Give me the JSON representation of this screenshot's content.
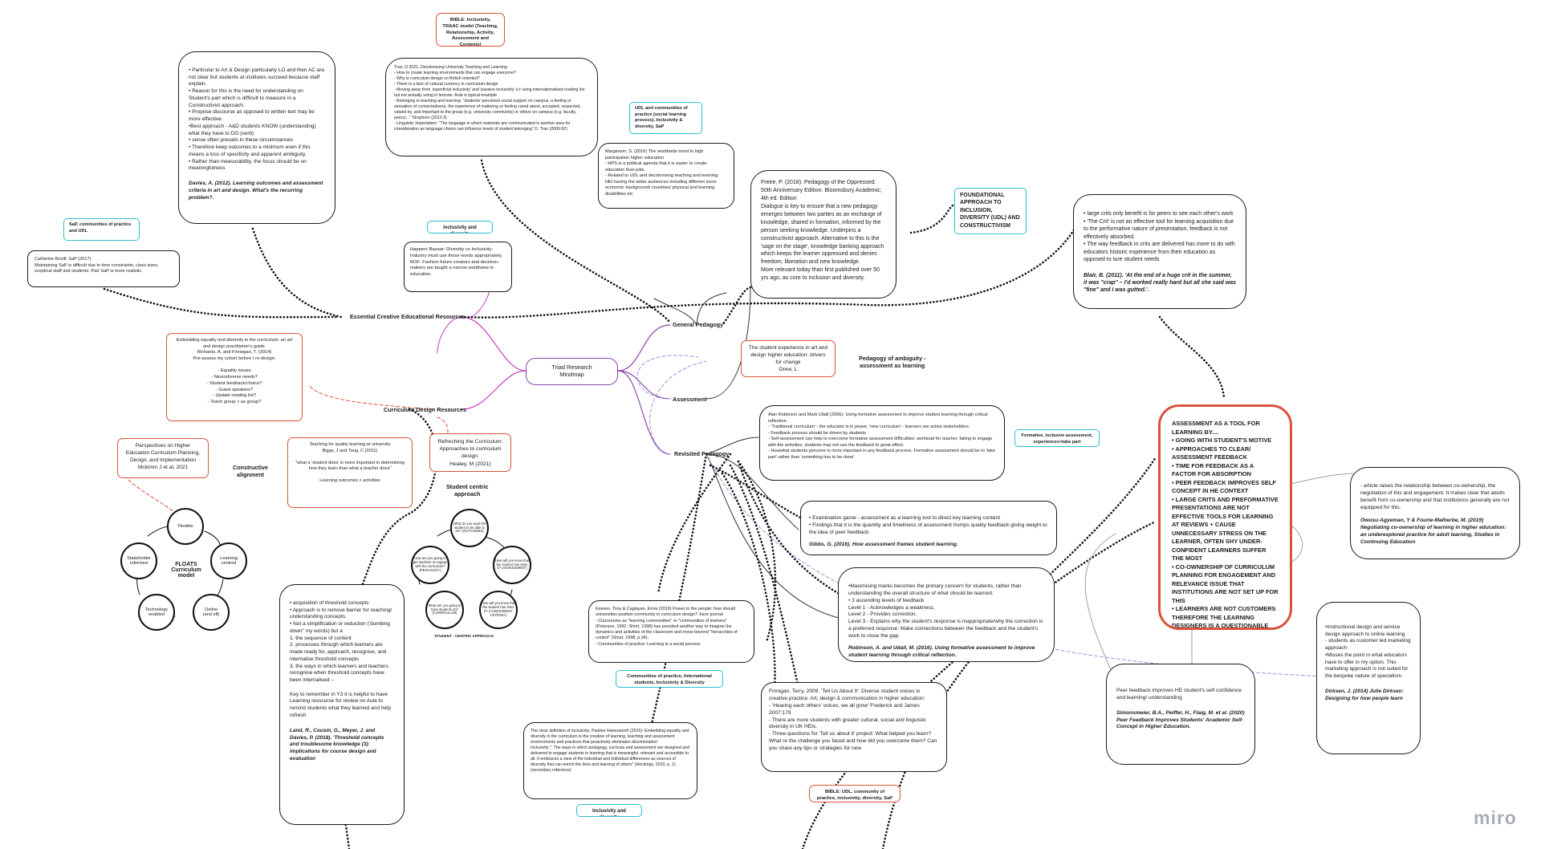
{
  "hub": "Triad Research\nMindmap",
  "branches": {
    "essential": "Essential Creative Educational Resources",
    "curriculum": "Curriculum Design Resources",
    "general": "General Pedagogy",
    "assessment": "Assessment",
    "revisited": "Revisited Pedagogy"
  },
  "labels": {
    "ambiguity": "Pedagogy of ambiguity -\nassessment as learning",
    "constructive": "Constructive\nalignment",
    "student_centric": "Student centric\napproach"
  },
  "nodes": {
    "bible_traac": "BIBLE: Inclusivity, TRAAC model (Teaching, Relationship, Activity, Assessment and Contents)",
    "tran": "Tran, D 2021, Decolonising University Teaching and Learning :\n- How to create learning environments that can engage everyone?\n- Why is curriculum design so British oriented?\n- There is a lack of cultural currency in curriculum design\n- Moving away from 'superficial inclusivity' and 'passive inclusivity' e.f using internationalised reading list but not actually using in lecturer. Aula is typical example\n- Belonging in teaching and learning: \"students' perceived social support on campus, a feeling or sensation of connectedness, the experience of mattering or feeling cared about, accepted, respected, valued by, and important to the group (e.g. university community) or others on campus (e.g. faculty, peers)...\" Strayhorn (2012:3)\n- Linguistic Imperialism: \"The language in which materials are communicated is another area for consideration as language choice can influence levels of student belonging\" D. Tran (2009:92)",
    "art_design_lo": "• Particular to Art & Design particularly LO and then AC are not clear but students at institutes succeed because staff explain.\n• Reason for this is the need for understanding on Student's part which is difficult to measure in a Constructivist approach.\n• Propose discourse as opposed to written text may be more effective.\n•Best approach - A&D students KNOW (understanding) what they have to DO (verb)\n• sense often prevails in these circumstances.\n• Therefore keep outcomes to a minimum even if this means a loss of specificity and apparent ambiguity.\n• Rather than measurability, the focus should be on meaningfulness",
    "art_design_lo_ref": "Davies, A. (2012). Learning outcomes and assessment criteria in art and design. What's the recurring problem?.",
    "udl_cop": "UDL and communities of practice (social learning process), Inclusivity & diversity, SaP",
    "marginson": "Marginson, S. (2016) The worldwide trend to high participation higher education\n- HPS is a political agenda that it is easier to create education than jobs.\n- Related to UDL and decolonising teaching and learning: HEI having the wider audiences including different socio economic background/ countries/ physical and learning disabilities etc",
    "freire": "Freire, P. (2018). Pedagogy of the Oppressed: 50th Anniversary Edition. Bloomsbury Academic; 4th ed. Edition\nDialogue is key to ensure that a new pedagogy emerges between two parties as an exchange of knowledge, shared in formation, informed by the person seeking knowledge. Underpins a constructivist approach. Alternative to this is the 'sage on the stage', knowledge banking approach which keeps the learner oppressed and denies freedom, liberation and new knowledge.\nMore relevant today than first published over 50 yrs ago, as core to inclusion and diversity.",
    "foundational": "FOUNDATIONAL APPROACH TO INCLUSION, DIVERSITY (UDL) AND CONSTRUCTIVISM",
    "crits": "• large crits only benefit is for peers to see each other's work\n• 'The Crit' is not an effective tool for learning acquisition due to the performative nature of presentation, feedback is not effectively absorbed.\n• The way feedback in crits are delivered has more to do with educators historic experience from their education as opposed to ture student needs",
    "blair": "Blair, B. (2011). 'At the end of a huge crit in the summer, it was \"crap\" – I'd worked really hard but all she said was \"fine\" and I was gutted.'.",
    "inclusivity_div_1": "Inclusivity and diversity",
    "happers": "Happers Bazaar: Diversity vs Inclusivity: Industry must use these words appropriately.\nBOF: Fashion future creators and decision-makers are taught a narrow worldview in education.",
    "sap_cop": "SaP, communities of practice and UDL",
    "bovill": "Catherine Bovill: SaP (2017)\nMaintaining SaP is difficult due to time constraints, class sizes, sceptical staff and students. Part SaP is more realistic.",
    "embedding": "Embedding equality and diversity in the curriculum: an art and design practitioner's guide.\nRichards, A. and Finnegan, T. (2014)\nPre-assess my cohort before I re-design:\n\n- Equality issues\n- Neurodiverse needs?\n- Student feedback/choice?\n- Guest speakers?\n- Update reading list?\n- Teach group > as group?",
    "drew": "The student experience in art and design higher education: drivers for change\nDrew, L",
    "robinson_udall_top": "Alan Robinson and Mark Udall (2006): Using formative assessment to improve student learning through critical reflection.\n- 'Traditional curriculum' - the educator is in power, 'new curriculum' - learners are active stakeholders\n- Feedback process should be driven by students\n- Self-assessment can help to overcome formative assessment difficulties: workload for teacher, failing to engage with the activities, students may not use the feedback to great effect.\n- Howwhat students perceive is more important in any feedback process. Formative assessment should be to 'take part' rather than 'something has to be done'",
    "formative_inclusive": "Formative, inclusive assessment, experiences>take part",
    "big": "ASSESSMENT AS A TOOL FOR LEARNING BY....\n• GOING WITH STUDENT'S MOTIVE\n• APPROACHES TO CLEAR/ ASSESSMENT FEEDBACK\n• TIME FOR FEEDBACK AS A FACTOR FOR ABSORPTION\n• PEER FEEDBACK IMPROVES SELF CONCEPT IN HE CONTEXT\n• LARGE CRITS AND PREFORMATIVE PRESENTATIONS ARE NOT EFFECTIVE TOOLS FOR LEARNING AT REVIEWS + CAUSE UNNECESSARY STRESS ON THE LEARNER, OFTEN SHY UNDER-CONFIDENT LEARNERS SUFFER THE MOST\n• CO-OWNERSHIP OF CURRICULUM PLANNING FOR ENGAGEMENT AND RELEVANCE ISSUE THAT INSTITUTIONS ARE NOT SET UP FOR THIS\n• LEARNERS ARE NOT CUSTOMERS THEREFORE THE LEARNING DESIGNERS IS A QUESTIONABLE APPROACH TO EDUCATION...IS IT ROUTED IN A MARKETING APPROACH? ONLY RELEVANT INFO IS BITE-SIZE KNOWLEDGE ACQUISITION",
    "owusu": "- article raises the relationship between co-ownership, the negotiation of this and engagement. It makes clear that adults benefit from co-ownership and that institutions generally are not equipped for this.",
    "owusu_ref": "Owusu-Agyeman, Y & Fourie-Malherbe, M. (2019) Negotiating co-ownership of learning in higher education: an underexplored practice for adult learning, Studies in Continuing Education",
    "perspectives": "Perspectives on Higher Education Curriculum Planning, Design, and Implementation\nMckimm J et al, 2021",
    "biggs": "Teaching for quality learning at university\nBiggs, J and Tang, C (2011)\n\n\"what a 'student does' is more important in determining how they learn than what a teacher does\"\n\nLearning outcomes > activities",
    "healey": "Refreshing the Curriculum: Approaches to curriculum design.\nHealey, M (2021)",
    "gibbs": "• Examination game - assessment as a learning tool to direct key learning content\n• Findings that it is the quantity and timeliness of assessment trumps quality feedback giving weight to the idea of peer feedback",
    "gibbs_ref": "Gibbs, G. (2016). How assessment frames student learning.",
    "robinson_udall_2": "•Maximising marks becomes the primary concern for students, rather than understanding the overall structure of what should be learned.\n• 3 ascending levels of feedback\nLevel 1 - Acknowledges a weakness,\nLevel 2 - Provides correction.\nLevel 3 - Explains why the student's response is inappropriate/why the correction is a preferred response: Make connections between the feedback and the student's work to close the gap.",
    "robinson_udall_2_ref": "Robinson, A. and Udall, M. (2016). Using formative assessment to improve student learning through critical reflection.",
    "threshold": "• acquisition of threshold concepts\n• Approach is to remove barrier for reaching/ understanding concepts.\n• Not a simplification or reduction ('dumbing down\" my words) but a\n1. the sequence of content\n2. processes through which learners are made ready for, approach, recognise, and internalise threshold concepts\n3. the ways in which learners and teachers recognise when threshold concepts have been internalised –\n\nKey to remember in Y3 it is helpful to have Learning resscurse for review on Aula to remind students what they learned and help refresh",
    "threshold_ref": "Land, R., Cousin, G., Meyer, J. and Davies, P. (2018). 'Threshold concepts and troublesome knowledge (3): implications for course design and evaluation",
    "keeves": "Keeves, Tony & Caglayan, Emre (2019) Power to the people: how should universities position community in curriculum design? Juice journal\n- Classrooms as \"learning communities\" or \"communities of learners\" (Peterson, 1992; Short, 1998) has provided another way to imagine the dynamics and activities of the classroom and move beyond \"hierarchies of control\" (Short, 1998, p.34).\n- Communities of practice: Learning is a social process",
    "cop_intl": "Communities of practice, International students, Inclusivity & Diversity",
    "finnigan": "Finnigan, Terry, 2009. 'Tell Us About It': Diverse student voices in creative practice. Art, design & communication in higher education:\n- 'Hearing each others' voices, we all grow' Frederick and James 2007:179\n- There are more students with greater cultural, social and linguistic diversity in UK HEIs.\n- Three questions for 'Tell us about it' project: What helped you learn? What re the challenge you faced and how did you overcome them? Can you share any tips or strategies for new",
    "bible_udl": "BIBLE: UDL, community of practice, inclusivity, diversity, SaP",
    "hanesworth": "The clear definition of inclusivity: Pauline Hanesworth (2015): Embedding equality and diversity in the curriculum is the creation of learning, teaching and assessment environments and practices that proactively eliminates discrimination'\nInclusivity: \" The ways in which pedagogy, curricula and assessment are designed and delivered to engage students in learning that is meaningful, relevant and accessible to all. It embraces a view of the individual and individual differences as sources of diversity that can enrich the lives and learning of others\" (Hockings, 2010, p. 1) (secondary reference)",
    "inclusivity_div_2": "Inclusivity and diversity",
    "simonsmeier": "Peer feedback improves HE student's self confidence and learning/ understanding",
    "simonsmeier_ref": "Simonsmeier, B.A., Peiffer, H., Flaig, M. et al. (2020) Peer Feedback Improves Students' Academic Self-Concept in Higher Education.",
    "dirksen": "•Instructional design and service design approach to online learning\n- students as customer led marketing approach\n•Misses the point in what educators have to offer in my option. This marketing approach is not suited for the bespoke nature of specialism",
    "dirksen_ref": "Dirksen, J. (2014) Julie Dirksen: Designing for how people learn"
  },
  "floats": {
    "title": "FLOATS\nCurriculum\nmodel",
    "items": [
      "Flexible",
      "Learning\ncentred",
      "Online\n(and off)",
      "Technology\nenabled",
      "Stakeholder\ninformed"
    ]
  },
  "student_cycle": {
    "center": "STUDENT - CENTRIC APPROACH",
    "items": [
      "What do you want the student to be able to do? (OUTCOMES)",
      "How will you know that the student has done it? (ASSESSMENT)",
      "How will you know that the student has done it? (ASSESSMENT CRITERIA)",
      "What are you going to have students do? (CURRICULUM)",
      "How are you going to get students to engage with the curriculum? (PEDAGOGY)"
    ]
  },
  "watermark": "miro"
}
